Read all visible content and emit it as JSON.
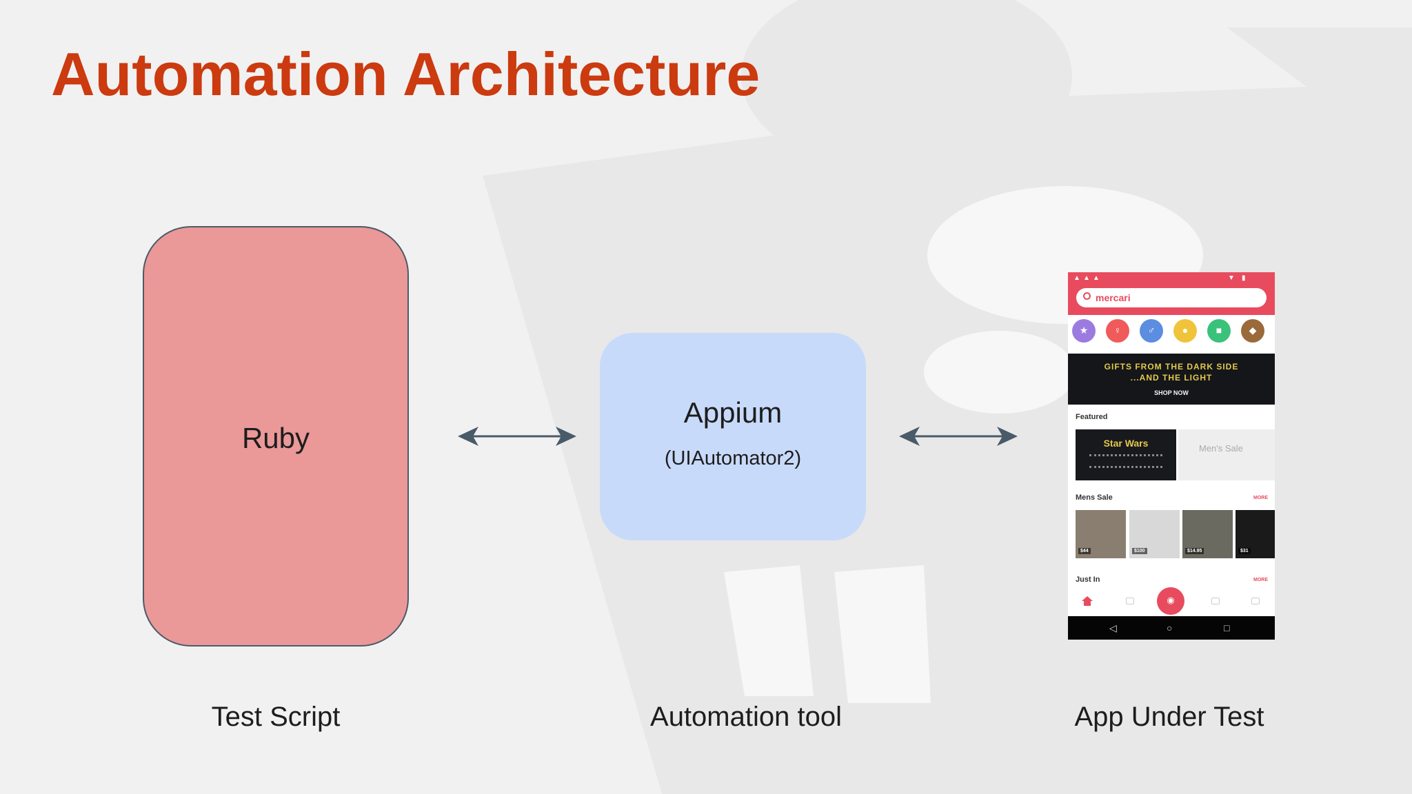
{
  "colors": {
    "background": "#f1f1f1",
    "watermark": "#e8e8e8",
    "watermark_light": "#f7f7f7",
    "title": "#cc3a0f",
    "ruby_box": "#ea9898",
    "appium_box": "#c8dafa",
    "arrow": "#495a69",
    "phone_accent": "#e84b5e"
  },
  "title": "Automation Architecture",
  "diagram": {
    "test_script": {
      "label": "Ruby",
      "caption": "Test Script"
    },
    "automation_tool": {
      "label": "Appium",
      "sublabel": "(UIAutomator2)",
      "caption": "Automation tool"
    },
    "app_under_test": {
      "caption": "App Under Test"
    },
    "connections": [
      {
        "from": "test_script",
        "to": "automation_tool",
        "direction": "bidirectional"
      },
      {
        "from": "automation_tool",
        "to": "app_under_test",
        "direction": "bidirectional"
      }
    ]
  },
  "phone": {
    "search_text": "mercari",
    "categories": [
      {
        "glyph": "★",
        "color": "#9c7be0"
      },
      {
        "glyph": "♀",
        "color": "#f05a5a"
      },
      {
        "glyph": "♂",
        "color": "#5b8de0"
      },
      {
        "glyph": "●",
        "color": "#f0c43a"
      },
      {
        "glyph": "■",
        "color": "#3ac27a"
      },
      {
        "glyph": "◆",
        "color": "#9a6a3a"
      }
    ],
    "banner": {
      "line1": "GIFTS FROM THE DARK SIDE",
      "line2": "...AND THE LIGHT",
      "cta": "SHOP NOW"
    },
    "sections": {
      "featured": "Featured",
      "featured_card_1": "Star Wars",
      "featured_card_2": "Men's Sale",
      "mens_sale": "Mens Sale",
      "just_in": "Just In",
      "more": "MORE"
    },
    "products": [
      {
        "price": "$44",
        "color": "#8a7e70"
      },
      {
        "price": "$100",
        "color": "#d8d8d8"
      },
      {
        "price": "$14.95",
        "color": "#6a6a60"
      },
      {
        "price": "$31",
        "color": "#1a1a1a"
      }
    ],
    "nav": {
      "back": "◁",
      "home": "○",
      "recent": "□"
    }
  }
}
